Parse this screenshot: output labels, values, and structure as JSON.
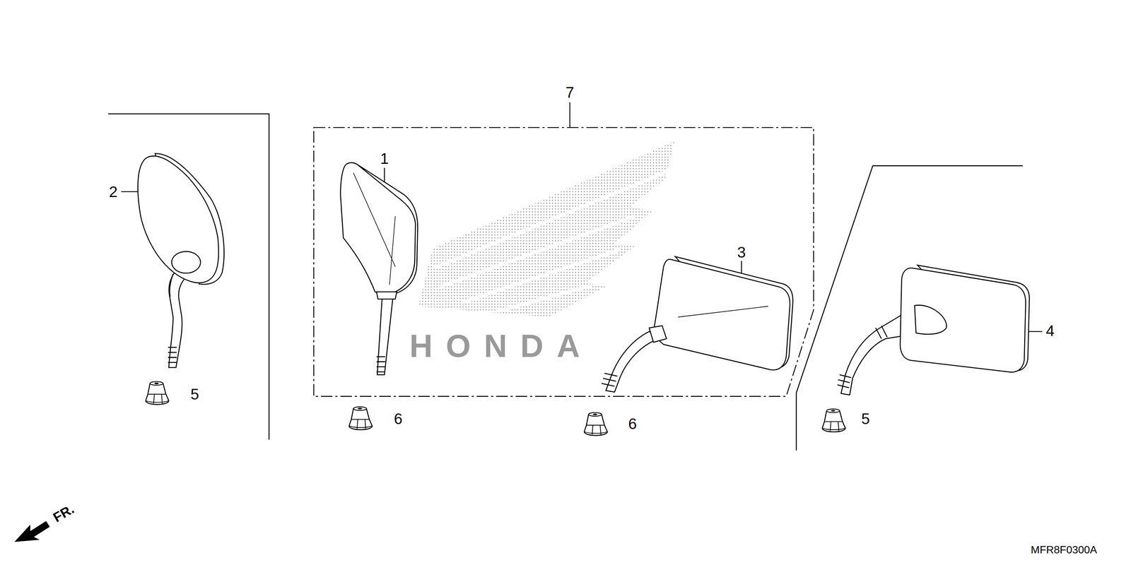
{
  "diagram": {
    "labels": [
      "7",
      "1",
      "2",
      "3",
      "4",
      "5",
      "6",
      "6",
      "5",
      "HONDA",
      "FR.",
      "MFR8F0300A"
    ]
  }
}
